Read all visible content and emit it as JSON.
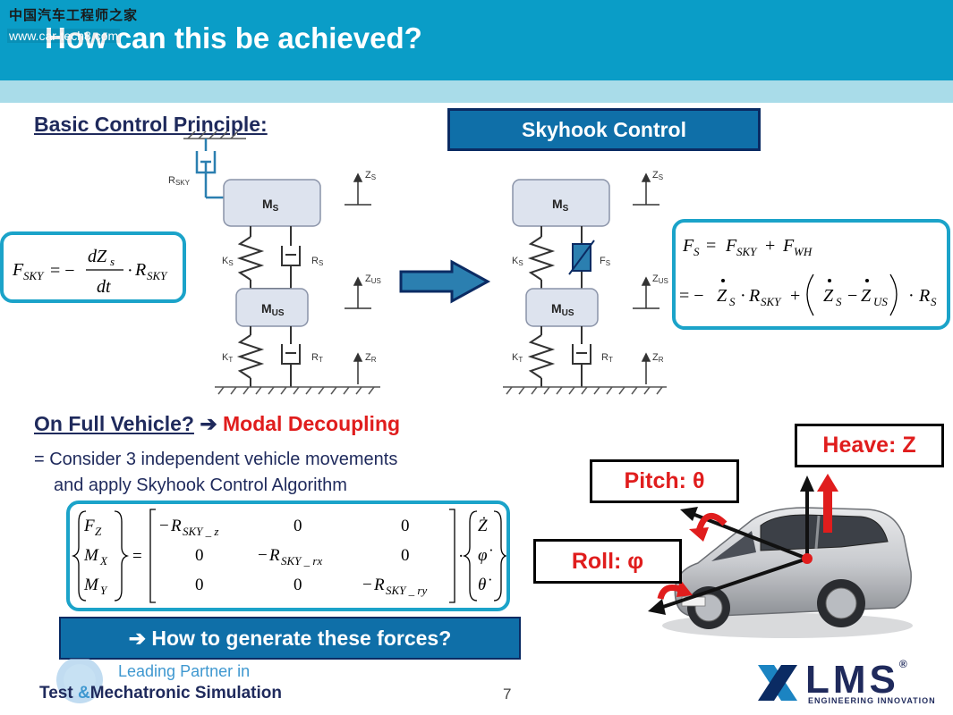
{
  "header": {
    "title": "How can this be achieved?",
    "watermark_cn": "中国汽车工程师之家",
    "watermark_url": "www.car-tech8.com"
  },
  "section1": {
    "heading": "Basic Control Principle:",
    "box_label": "Skyhook Control"
  },
  "diagram_labels": {
    "r_sky": "R",
    "r_sky_sub": "SKY",
    "ms": "M",
    "ms_sub": "S",
    "mus": "M",
    "mus_sub": "US",
    "ks": "K",
    "ks_sub": "S",
    "rs": "R",
    "rs_sub": "S",
    "kt": "K",
    "kt_sub": "T",
    "rt": "R",
    "rt_sub": "T",
    "zs": "Z",
    "zs_sub": "S",
    "zus": "Z",
    "zus_sub": "US",
    "zr": "Z",
    "zr_sub": "R",
    "fs": "F",
    "fs_sub": "S"
  },
  "section2": {
    "heading_part1": "On Full Vehicle?",
    "arrow": "➔",
    "heading_part2": "Modal Decoupling",
    "body_line1": "= Consider 3 independent vehicle movements",
    "body_line2": "and apply Skyhook Control Algorithm",
    "cta": "➔ How to generate these forces?"
  },
  "modes": {
    "heave": "Heave: Z",
    "pitch": "Pitch: θ",
    "roll": "Roll: φ"
  },
  "footer": {
    "line1": "Leading Partner in",
    "line2_a": "Test",
    "line2_amp": "&",
    "line2_b": "Mechatronic Simulation",
    "page": "7",
    "lms": "LMS",
    "lms_registered": "®",
    "lms_sub": "ENGINEERING INNOVATION"
  },
  "colors": {
    "header": "#0a9dc7",
    "header_band": "#a9dce9",
    "box_fill": "#0f6fa8",
    "box_border": "#0b2b63",
    "formula_border": "#1ba3c9",
    "accent_red": "#e01d1d",
    "diagram_mass": "#dde3ee",
    "diagram_damper": "#2b7fb0"
  }
}
